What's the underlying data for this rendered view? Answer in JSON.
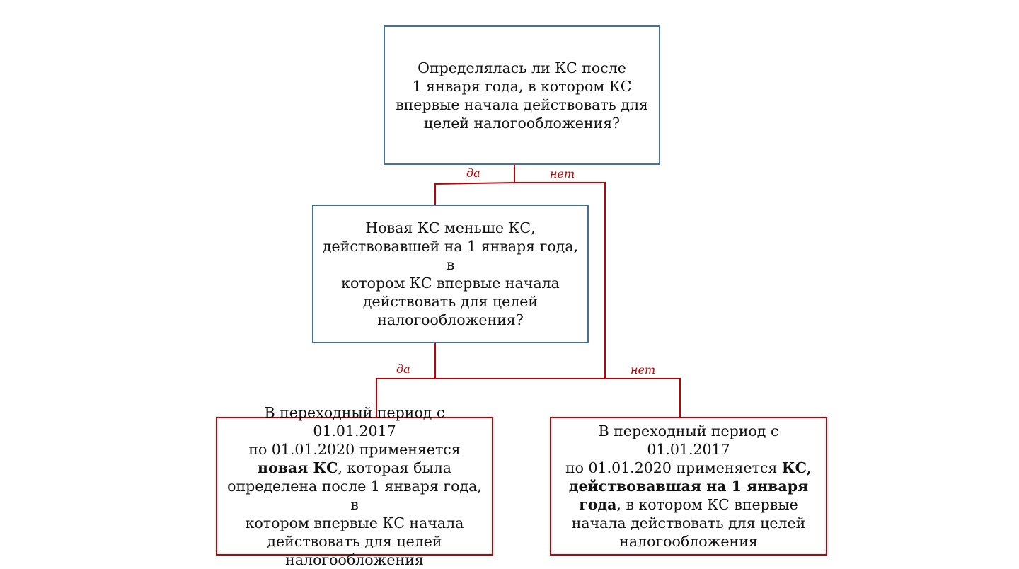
{
  "colors": {
    "question_border": "#41719c",
    "result_border": "#c00000",
    "connector": "#c00000",
    "label": "#c00000"
  },
  "question1": {
    "text": "Определялась ли КС после\n1 января года, в котором КС\nвпервые начала действовать для\nцелей налогообложения?"
  },
  "question2": {
    "text": "Новая КС меньше КС,\nдействовавшей на 1 января года, в\nкотором КС впервые начала\nдействовать для целей\nналогообложения?"
  },
  "result_yes": {
    "part1": "В переходный период с 01.01.2017\nпо 01.01.2020 применяется\n",
    "bold": "новая КС",
    "part2": ", которая была\nопределена после 1 января года, в\nкотором впервые КС начала\nдействовать для целей\nналогообложения"
  },
  "result_no": {
    "part1": "В переходный период с 01.01.2017\nпо 01.01.2020 применяется ",
    "bold": "КС,\nдействовавшая на 1 января\nгода",
    "part2": ", в котором КС впервые\nначала действовать для целей\nналогообложения"
  },
  "labels": {
    "yes_1": "да",
    "no_1": "нет",
    "yes_2": "да",
    "no_2": "нет"
  }
}
